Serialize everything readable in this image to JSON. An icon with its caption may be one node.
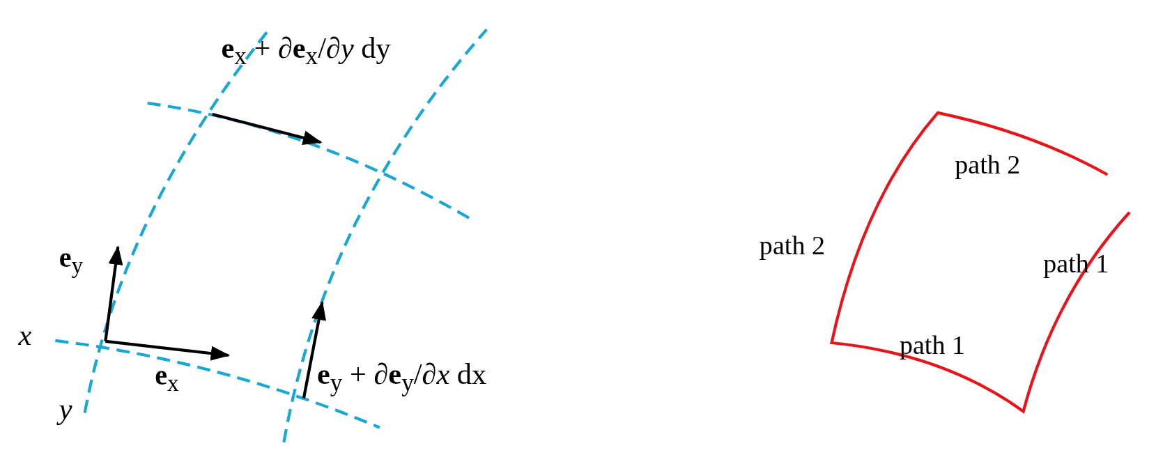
{
  "diagram": {
    "labels": [
      "**e**$_{x}$ + ∂**e**$_{x}$/∂*y* dy",
      "path 2",
      "path 2",
      "**e**$_{y}$",
      "path 1",
      "*x*",
      "path 1",
      "**e**$_{x}$",
      "**e**$_{y}$ + ∂**e**$_{y}$/∂*x* dx",
      "*y*"
    ]
  }
}
